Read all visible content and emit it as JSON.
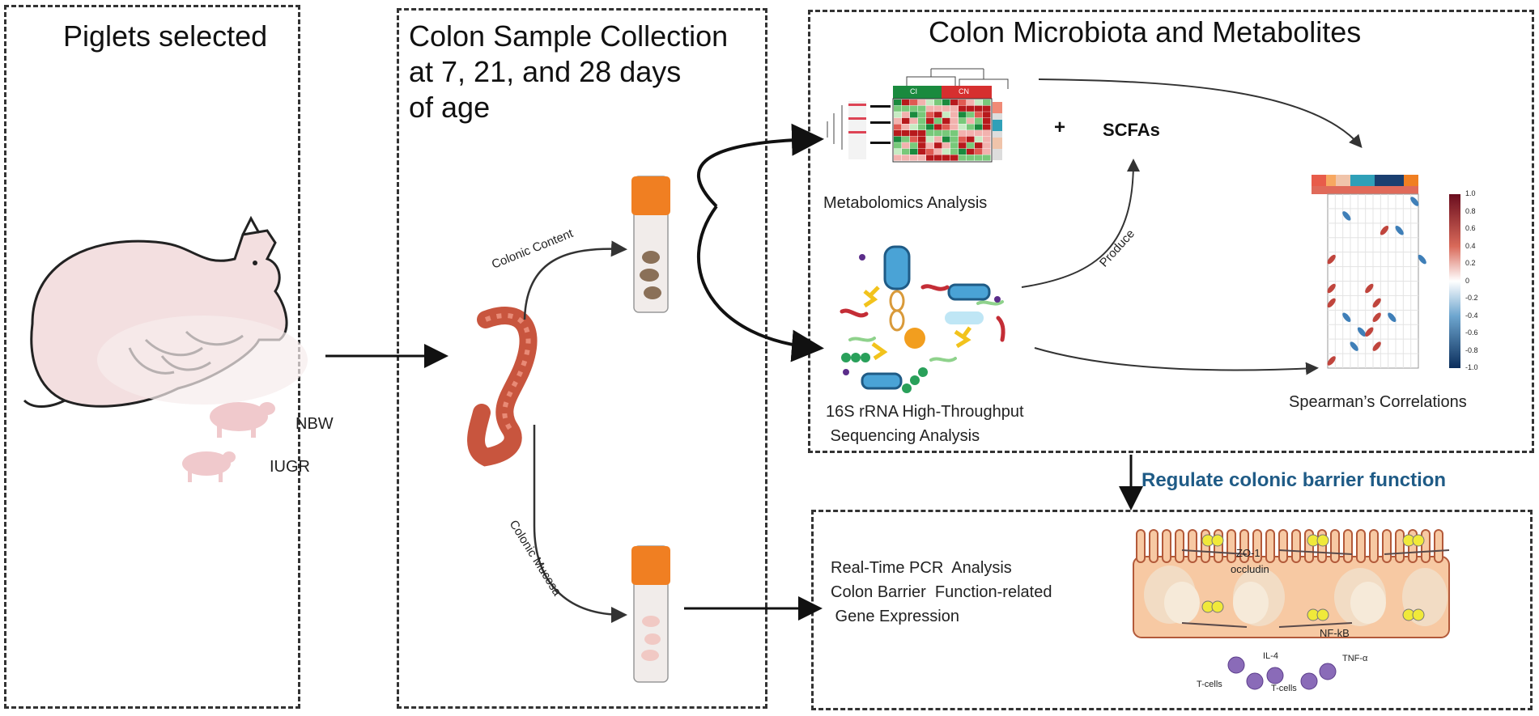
{
  "panel1": {
    "title": "Piglets selected",
    "groups": [
      "NBW",
      "IUGR"
    ]
  },
  "panel2": {
    "title_lines": [
      "Colon Sample Collection",
      "at 7, 21, and 28 days",
      "of age"
    ],
    "branch_content": "Colonic Content",
    "branch_mucosa": "Colonic Mucosa"
  },
  "panel3": {
    "title": "Colon Microbiota and Metabolites",
    "metabolomics": "Metabolomics Analysis",
    "plus": "+",
    "scfas": "SCFAs",
    "produce": "Produce",
    "sequencing_lines": [
      "16S rRNA High-Throughput",
      " Sequencing Analysis"
    ],
    "spearman": "Spearman’s Correlations",
    "heatmap_groups": [
      "CI",
      "CN"
    ],
    "colorbar_ticks": [
      "1.0",
      "0.8",
      "0.6",
      "0.4",
      "0.2",
      "0",
      "-0.2",
      "-0.4",
      "-0.6",
      "-0.8",
      "-1.0"
    ]
  },
  "link_label": "Regulate colonic barrier function",
  "panel4": {
    "lines": [
      "Real-Time PCR  Analysis",
      "Colon Barrier  Function-related",
      " Gene Expression"
    ],
    "labels": {
      "zo1": "ZO-1",
      "occludin": "occludin",
      "nfkb": "NF-kB",
      "il4": "IL-4",
      "tnf": "TNF-α",
      "tcells1": "T-cells",
      "tcells2": "T-cells"
    }
  },
  "colors": {
    "accent_blue": "#1f5b86",
    "tube_cap": "#f07f22",
    "colon": "#c8553e",
    "pig": "#f3dfe0"
  }
}
